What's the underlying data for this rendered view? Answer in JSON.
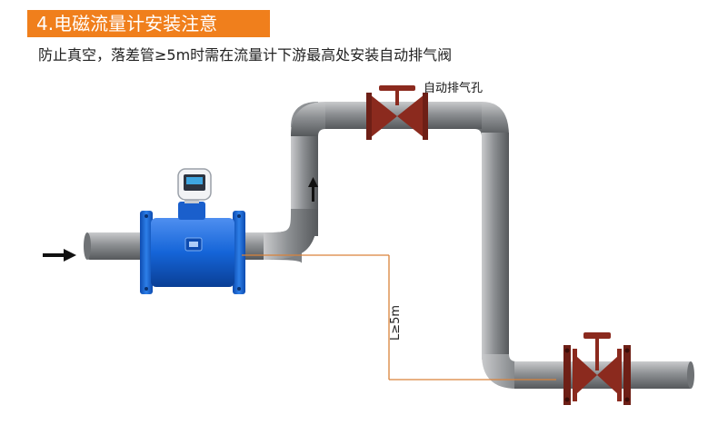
{
  "title": "4.电磁流量计安装注意",
  "subtitle": "防止真空，落差管≥5m时需在流量计下游最高处安装自动排气阀",
  "labels": {
    "vent_valve": "自动排气孔",
    "height_dimension": "L≥5m"
  },
  "icons": {
    "flow_arrow": "arrow-right-icon",
    "up_arrow": "arrow-up-icon"
  },
  "colors": {
    "title_bg": "#f07f1c",
    "pipe": "#8a8d90",
    "meter_blue": "#1565d8",
    "valve": "#8b2a1e",
    "dimension_line": "#d9823a"
  }
}
